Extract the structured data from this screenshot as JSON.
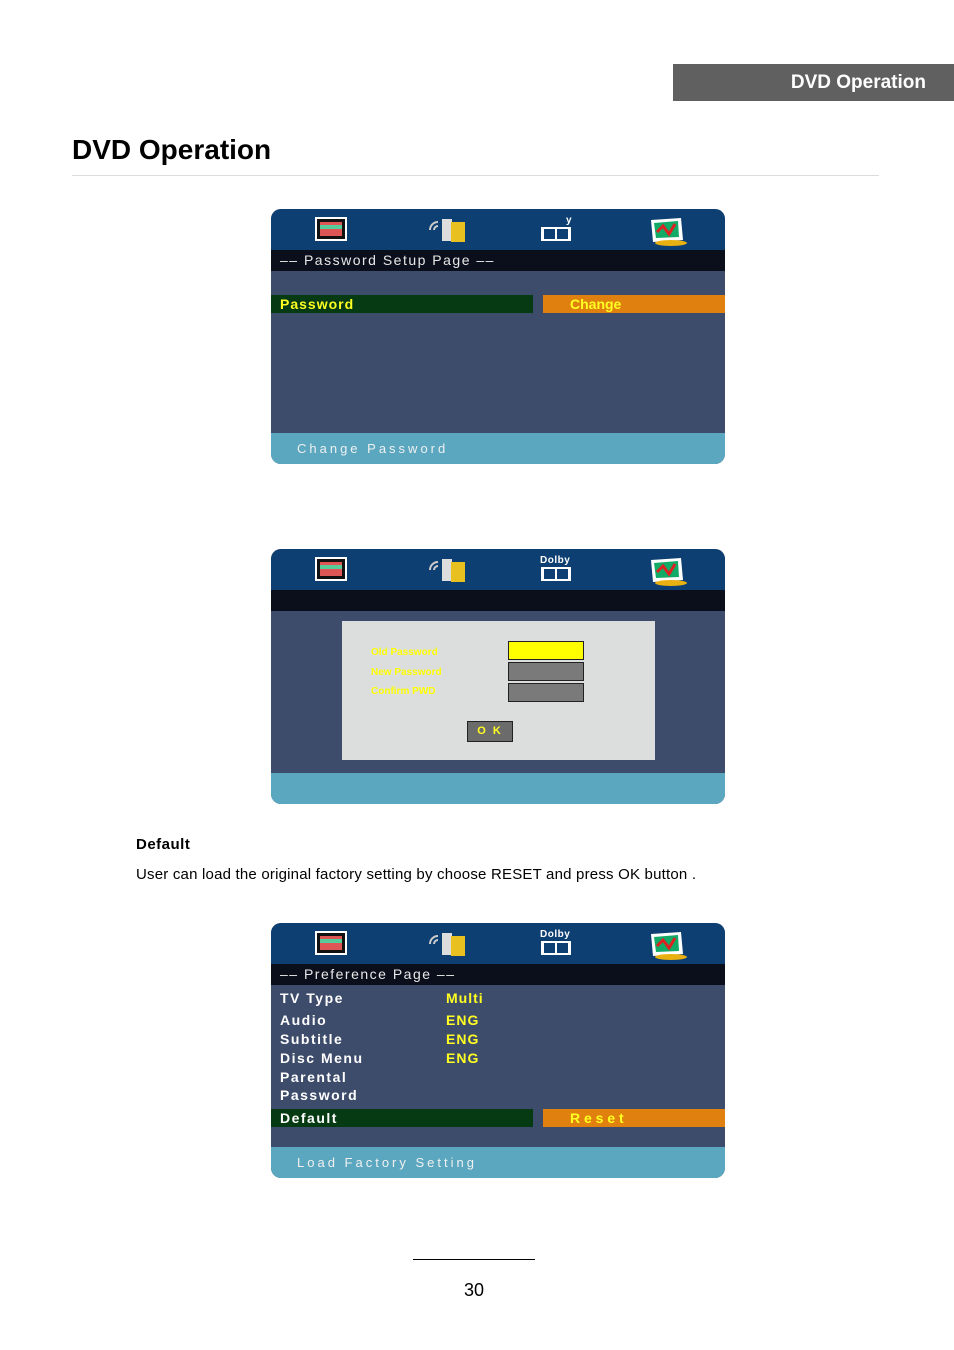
{
  "header": {
    "tab_label": "DVD Operation",
    "page_title": "DVD Operation"
  },
  "screen1": {
    "dolby_label": "y",
    "title": "––  Password  Setup  Page ––",
    "row_label": "Password",
    "row_value": "Change",
    "status": "Change Password"
  },
  "screen2": {
    "dolby_label": "Dolby",
    "old_password_label": "Old Password",
    "new_password_label": "New Password",
    "confirm_label": "Confirm PWD",
    "ok_label": "O K"
  },
  "section": {
    "heading": "Default",
    "body": "User can load the original factory setting by choose RESET and press OK button ."
  },
  "screen3": {
    "dolby_label": "Dolby",
    "title": "––  Preference Page  ––",
    "rows": [
      {
        "label": "TV Type",
        "value": "Multi"
      },
      {
        "label": "Audio",
        "value": "ENG"
      },
      {
        "label": "Subtitle",
        "value": "ENG"
      },
      {
        "label": "Disc Menu",
        "value": "ENG"
      },
      {
        "label": "Parental",
        "value": ""
      },
      {
        "label": "Password",
        "value": ""
      }
    ],
    "selected_label": "Default",
    "selected_value": "R e s e t",
    "status": "Load Factory Setting"
  },
  "footer": {
    "page_number": "30"
  },
  "colors": {
    "iconbar": "#0e3f72",
    "panel": "#3e4c6b",
    "statusbar": "#5ba7c0",
    "selected_row": "#053a12",
    "value_highlight": "#e0800f",
    "text_yellow": "#ffff22"
  },
  "icons": [
    "tv-setup-icon",
    "audio-speaker-icon",
    "dolby-icon",
    "preference-icon"
  ]
}
